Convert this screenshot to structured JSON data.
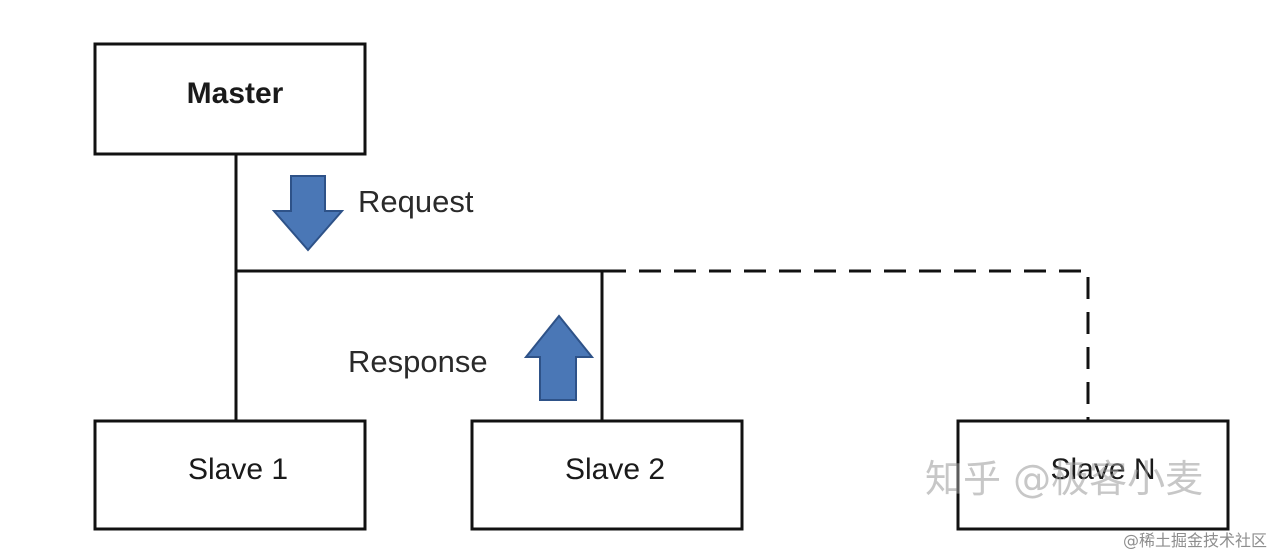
{
  "nodes": {
    "master": "Master",
    "slave1": "Slave 1",
    "slave2": "Slave 2",
    "slaveN": "Slave N"
  },
  "flows": {
    "request": "Request",
    "response": "Response"
  },
  "watermark": "知乎 @极客小麦",
  "footer": "@稀土掘金技术社区",
  "colors": {
    "arrow": "#4a77b6",
    "arrow_stroke": "#2e5288",
    "line": "#111111",
    "box_border": "#111111"
  }
}
